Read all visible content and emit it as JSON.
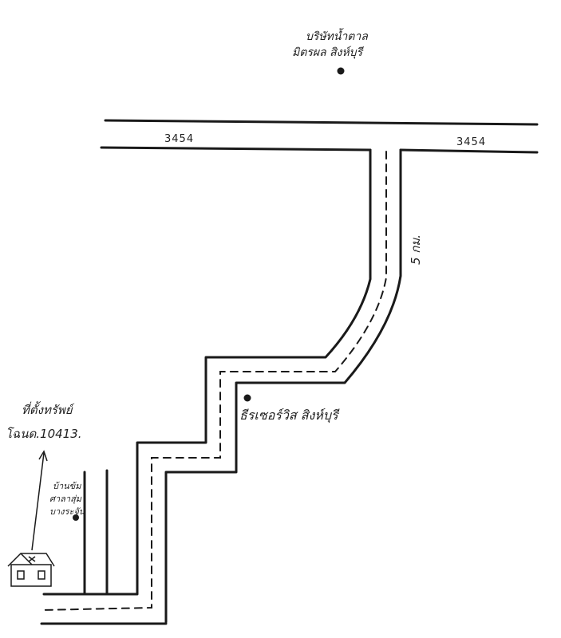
{
  "roads": {
    "highway_left_number": "3454",
    "highway_right_number": "3454",
    "distance": "5 กม."
  },
  "places": {
    "top_place": {
      "name_line1": "บริษัทน้ำตาล",
      "name_line2": "มิตรผล สิงห์บุรี"
    },
    "middle_place": {
      "name": "ธีรเซอร์วิส สิงห์บุรี"
    },
    "left_place": {
      "name_line1": "ที่ตั้งทรัพย์",
      "name_line2": "โฉนด.10413."
    },
    "village": {
      "line1": "บ้านข้ม",
      "line2": "ศาลาสุ่ม",
      "line3": "บางระจัน"
    }
  },
  "colors": {
    "ink": "#1a1a1a",
    "paper": "#ffffff"
  },
  "icons": {
    "house": "house-icon",
    "arrow": "arrow-up-icon",
    "marker": "location-dot-icon"
  }
}
